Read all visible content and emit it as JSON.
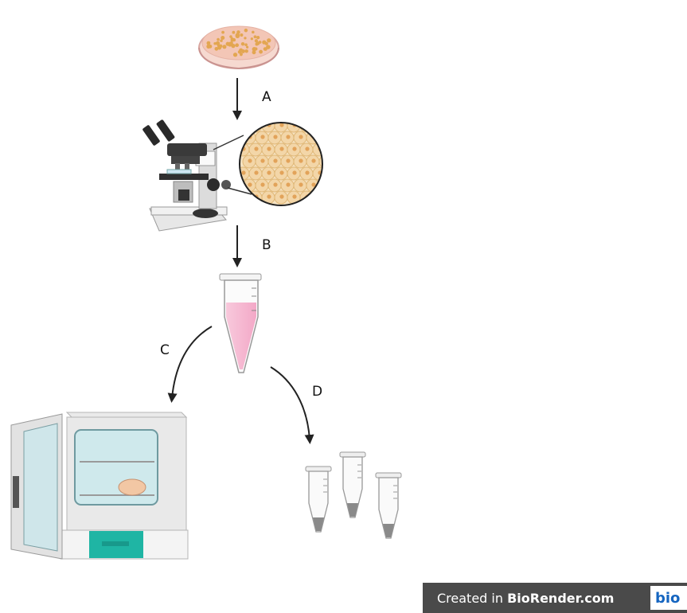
{
  "steps": {
    "a": "A",
    "b": "B",
    "c": "C",
    "d": "D"
  },
  "badge": {
    "prefix": "Created in ",
    "brand": "BioRender.com",
    "logo": "bio"
  },
  "colors": {
    "dish_fill": "#f6d9d0",
    "cell_dots": "#e3a651",
    "tube_liquid": "#f4b8d2",
    "incubator_panel": "#1fb5a4",
    "badge_bg": "#4a4a4a",
    "logo_text": "#1565c0"
  },
  "icons": [
    "petri-dish-icon",
    "microscope-icon",
    "cell-magnification-icon",
    "centrifuge-tube-icon",
    "incubator-icon",
    "microtube-icon"
  ]
}
